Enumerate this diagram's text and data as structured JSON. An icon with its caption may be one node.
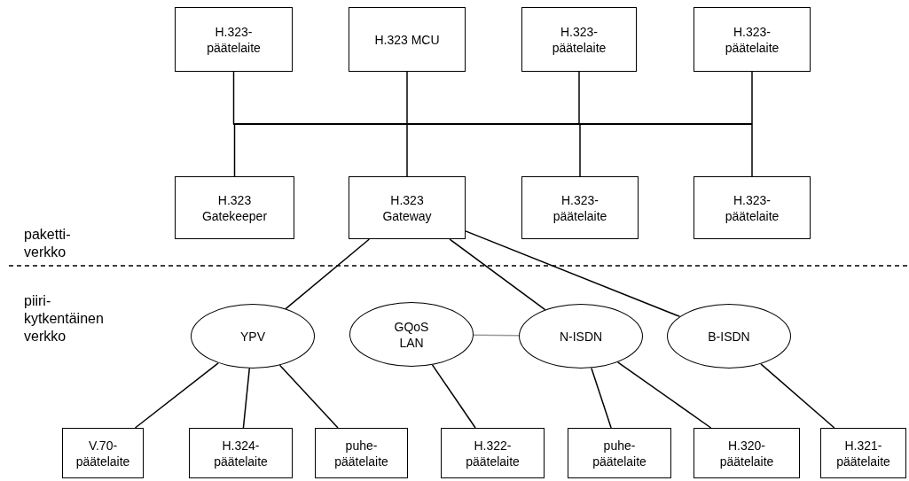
{
  "diagram": {
    "nodes": [
      {
        "text": [
          "H.323- päätelaite"
        ]
      },
      {
        "text": [
          "H.323 MCU"
        ]
      },
      {
        "text": [
          "H.323- päätelaite"
        ]
      },
      {
        "text": [
          "H.323- päätelaite"
        ]
      },
      {
        "text": [],
        "shape": "bar"
      },
      {
        "text": [
          "H.323 Gatekeeper"
        ]
      },
      {
        "text": [
          "H.323 Gateway"
        ]
      },
      {
        "text": [
          "H.323- päätelaite"
        ]
      },
      {
        "text": [
          "H.323- päätelaite"
        ]
      },
      {
        "text": [
          "YPV"
        ]
      },
      {
        "text": [
          "GQoS LAN"
        ]
      },
      {
        "text": [
          "N-ISDN"
        ]
      },
      {
        "text": [
          "B-ISDN"
        ]
      },
      {
        "text": [
          "V.70- päätelaite"
        ]
      },
      {
        "text": [
          "H.324- päätelaite"
        ]
      },
      {
        "text": [
          "puhe- päätelaite"
        ]
      },
      {
        "text": [
          "H.322- päätelaite"
        ]
      },
      {
        "text": [
          "puhe- päätelaite"
        ]
      },
      {
        "text": [
          "H.320- päätelaite"
        ]
      },
      {
        "text": [
          "H.321- päätelaite"
        ]
      }
    ],
    "edges": [
      {
        "from": 0,
        "to": 4,
        "arrow": "none"
      },
      {
        "from": 1,
        "to": 4,
        "arrow": "none"
      },
      {
        "from": 2,
        "to": 4,
        "arrow": "none"
      },
      {
        "from": 3,
        "to": 4,
        "arrow": "none"
      },
      {
        "from": 4,
        "to": 5,
        "arrow": "none"
      },
      {
        "from": 4,
        "to": 6,
        "arrow": "none"
      },
      {
        "from": 4,
        "to": 7,
        "arrow": "none"
      },
      {
        "from": 4,
        "to": 8,
        "arrow": "none"
      },
      {
        "from": 6,
        "to": 9,
        "arrow": "none"
      },
      {
        "from": 6,
        "to": 11,
        "arrow": "none"
      },
      {
        "from": 6,
        "to": 12,
        "arrow": "none"
      },
      {
        "from": 10,
        "to": 11,
        "arrow": "none",
        "color": "#999999"
      },
      {
        "from": 9,
        "to": 13,
        "arrow": "none"
      },
      {
        "from": 9,
        "to": 14,
        "arrow": "none"
      },
      {
        "from": 9,
        "to": 15,
        "arrow": "none"
      },
      {
        "from": 10,
        "to": 16,
        "arrow": "none"
      },
      {
        "from": 11,
        "to": 17,
        "arrow": "none"
      },
      {
        "from": 11,
        "to": 18,
        "arrow": "none"
      },
      {
        "from": 12,
        "to": 19,
        "arrow": "none"
      }
    ],
    "labels": [
      "paketti- verkko",
      "piiri- kytkentäinen verkko"
    ]
  }
}
